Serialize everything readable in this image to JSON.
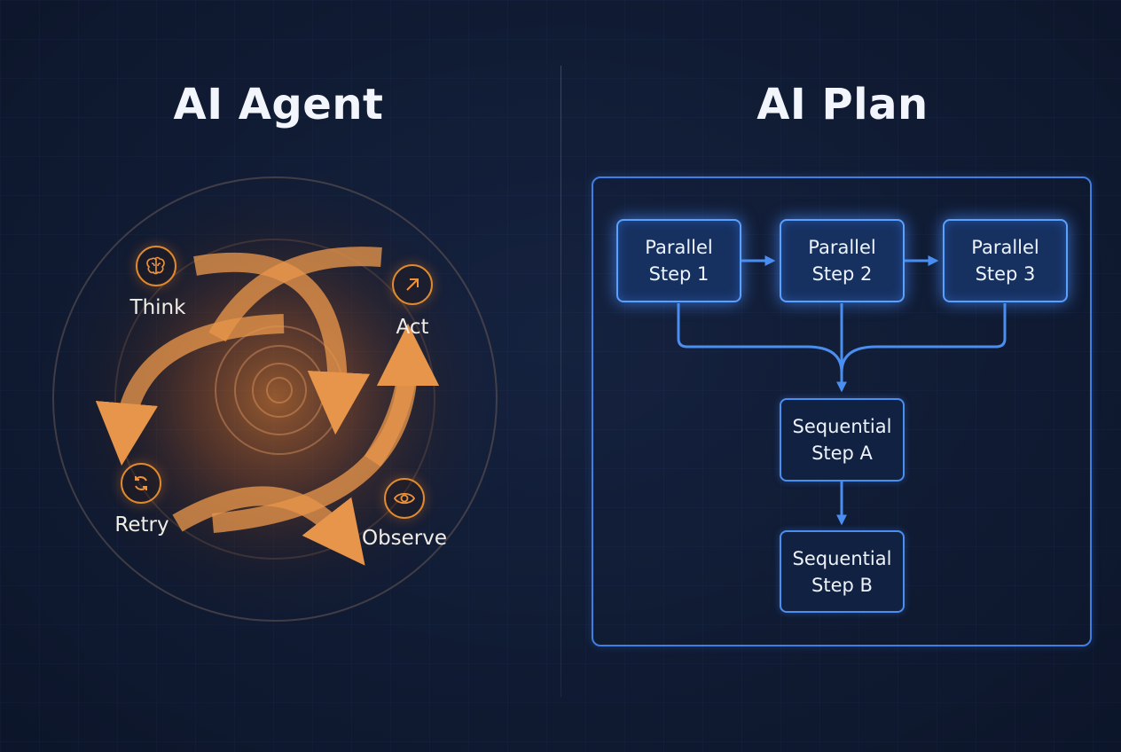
{
  "left": {
    "title": "AI Agent",
    "labels": {
      "think": "Think",
      "act": "Act",
      "retry": "Retry",
      "observe": "Observe"
    }
  },
  "right": {
    "title": "AI Plan",
    "parallel": [
      {
        "line1": "Parallel",
        "line2": "Step 1"
      },
      {
        "line1": "Parallel",
        "line2": "Step 2"
      },
      {
        "line1": "Parallel",
        "line2": "Step 3"
      }
    ],
    "sequential": [
      {
        "line1": "Sequential",
        "line2": "Step A"
      },
      {
        "line1": "Sequential",
        "line2": "Step B"
      }
    ]
  },
  "colors": {
    "accent_orange": "#f0923a",
    "accent_blue": "#4a8ff0",
    "background": "#101b33"
  }
}
